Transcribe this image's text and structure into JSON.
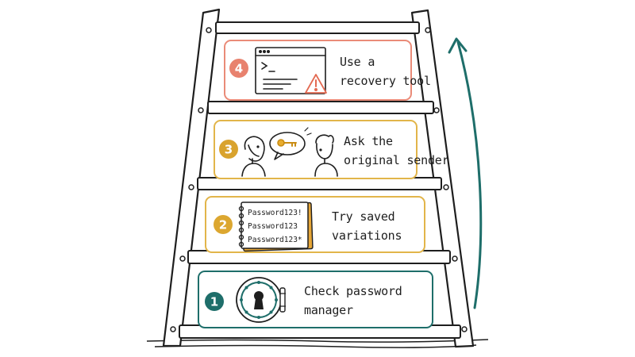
{
  "steps": [
    {
      "number": "1",
      "line1": "Check password",
      "line2": "manager",
      "icon": "safe-icon",
      "color": "#1e6e6a"
    },
    {
      "number": "2",
      "line1": "Try saved",
      "line2": "variations",
      "icon": "notebook-icon",
      "color": "#dca730",
      "notebook_lines": [
        "Password123!",
        "Password123",
        "Password123*"
      ]
    },
    {
      "number": "3",
      "line1": "Ask the",
      "line2": "original sender",
      "icon": "people-key-icon",
      "color": "#d9a32e"
    },
    {
      "number": "4",
      "line1": "Use a",
      "line2": "recovery tool",
      "icon": "terminal-warning-icon",
      "color": "#e8826e"
    }
  ],
  "colors": {
    "step1_border": "#1e6e6a",
    "step2_border": "#e2b54a",
    "step3_border": "#e2b54a",
    "step4_border": "#ea8b78",
    "arrow": "#1e6e6a",
    "ink": "#1e1e1e"
  }
}
